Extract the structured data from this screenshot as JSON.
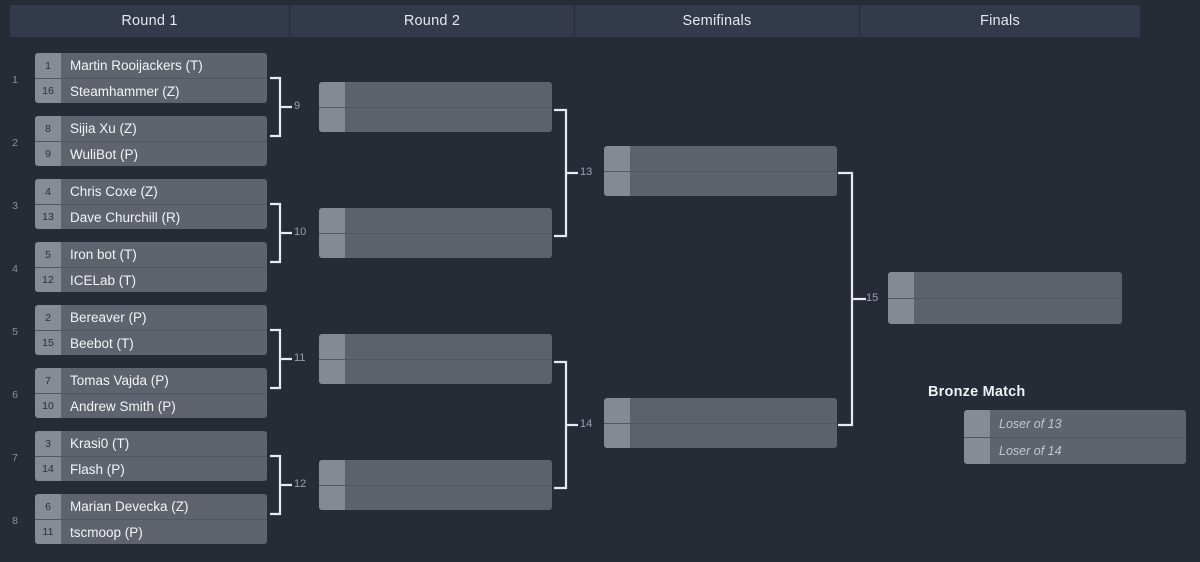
{
  "rounds": [
    {
      "label": "Round 1"
    },
    {
      "label": "Round 2"
    },
    {
      "label": "Semifinals"
    },
    {
      "label": "Finals"
    }
  ],
  "round1": {
    "match_indices": [
      "1",
      "2",
      "3",
      "4",
      "5",
      "6",
      "7",
      "8"
    ],
    "matches": [
      {
        "index": "1",
        "players": [
          {
            "seed": "1",
            "name": "Martin Rooijackers (T)"
          },
          {
            "seed": "16",
            "name": "Steamhammer (Z)"
          }
        ]
      },
      {
        "index": "2",
        "players": [
          {
            "seed": "8",
            "name": "Sijia Xu (Z)"
          },
          {
            "seed": "9",
            "name": "WuliBot (P)"
          }
        ]
      },
      {
        "index": "3",
        "players": [
          {
            "seed": "4",
            "name": "Chris Coxe (Z)"
          },
          {
            "seed": "13",
            "name": "Dave Churchill (R)"
          }
        ]
      },
      {
        "index": "4",
        "players": [
          {
            "seed": "5",
            "name": "Iron bot (T)"
          },
          {
            "seed": "12",
            "name": "ICELab (T)"
          }
        ]
      },
      {
        "index": "5",
        "players": [
          {
            "seed": "2",
            "name": "Bereaver (P)"
          },
          {
            "seed": "15",
            "name": "Beebot (T)"
          }
        ]
      },
      {
        "index": "6",
        "players": [
          {
            "seed": "7",
            "name": "Tomas Vajda (P)"
          },
          {
            "seed": "10",
            "name": "Andrew Smith (P)"
          }
        ]
      },
      {
        "index": "7",
        "players": [
          {
            "seed": "3",
            "name": "Krasi0 (T)"
          },
          {
            "seed": "14",
            "name": "Flash (P)"
          }
        ]
      },
      {
        "index": "8",
        "players": [
          {
            "seed": "6",
            "name": "Marian Devecka (Z)"
          },
          {
            "seed": "11",
            "name": "tscmoop (P)"
          }
        ]
      }
    ]
  },
  "round2": {
    "matches": [
      {
        "index": "9",
        "players": [
          {
            "seed": "",
            "name": ""
          },
          {
            "seed": "",
            "name": ""
          }
        ]
      },
      {
        "index": "10",
        "players": [
          {
            "seed": "",
            "name": ""
          },
          {
            "seed": "",
            "name": ""
          }
        ]
      },
      {
        "index": "11",
        "players": [
          {
            "seed": "",
            "name": ""
          },
          {
            "seed": "",
            "name": ""
          }
        ]
      },
      {
        "index": "12",
        "players": [
          {
            "seed": "",
            "name": ""
          },
          {
            "seed": "",
            "name": ""
          }
        ]
      }
    ]
  },
  "semifinals": {
    "matches": [
      {
        "index": "13",
        "players": [
          {
            "seed": "",
            "name": ""
          },
          {
            "seed": "",
            "name": ""
          }
        ]
      },
      {
        "index": "14",
        "players": [
          {
            "seed": "",
            "name": ""
          },
          {
            "seed": "",
            "name": ""
          }
        ]
      }
    ]
  },
  "finals": {
    "matches": [
      {
        "index": "15",
        "players": [
          {
            "seed": "",
            "name": ""
          },
          {
            "seed": "",
            "name": ""
          }
        ]
      }
    ]
  },
  "bronze": {
    "title": "Bronze Match",
    "players": [
      {
        "seed": "",
        "name": "Loser of 13"
      },
      {
        "seed": "",
        "name": "Loser of 14"
      }
    ]
  },
  "colors": {
    "page_background": "#262b36",
    "header_background": "#333a4b",
    "seed_cell": "#868b96",
    "name_cell": "#5f636d",
    "connector_line": "#e8eaef",
    "label_text": "#9aa0b0",
    "player_text": "#f2f4f8"
  }
}
